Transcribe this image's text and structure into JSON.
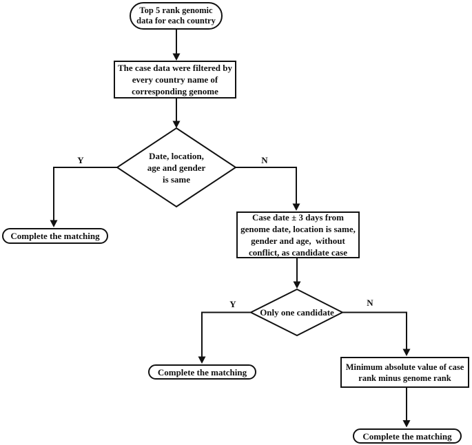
{
  "flowchart": {
    "stroke_color": "#111111",
    "background_color": "#ffffff",
    "nodes": {
      "start": {
        "label": "Top 5 rank genomic\ndata for each country",
        "shape": "terminator"
      },
      "filter_process": {
        "label": "The case data were filtered by\nevery country name of\ncorresponding genome",
        "shape": "process"
      },
      "decision_same": {
        "label": "Date, location,\nage and gender\nis same",
        "shape": "decision"
      },
      "complete_left": {
        "label": "Complete the matching",
        "shape": "terminator"
      },
      "candidate_process": {
        "label": "Case date ± 3 days from\ngenome date, location is same,\ngender and age,  without\nconflict, as candidate case",
        "shape": "process"
      },
      "decision_candidate": {
        "label": "Only one candidate",
        "shape": "decision"
      },
      "complete_mid": {
        "label": "Complete the matching",
        "shape": "terminator"
      },
      "min_rank_process": {
        "label": "Minimum absolute value of case\nrank minus genome rank",
        "shape": "process"
      },
      "complete_bottom": {
        "label": "Complete the matching",
        "shape": "terminator"
      }
    },
    "branch_labels": {
      "decision_same_yes": "Y",
      "decision_same_no": "N",
      "decision_candidate_yes": "Y",
      "decision_candidate_no": "N"
    }
  }
}
